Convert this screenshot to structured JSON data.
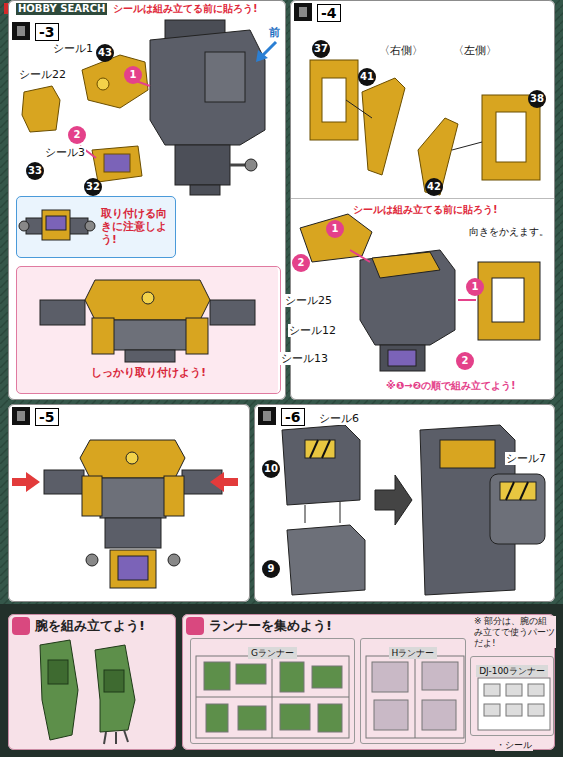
{
  "diagram": {
    "nodes": [
      {
        "text": [
          "-3"
        ]
      },
      {
        "text": [
          "-4"
        ]
      },
      {
        "text": [
          "-5"
        ]
      },
      {
        "text": [
          "-6"
        ]
      },
      {
        "text": [
          "腕を組み立てよう!"
        ]
      },
      {
        "text": [
          "ランナーを集めよう!"
        ]
      },
      {
        "text": [
          "取り付ける向きに注意しよう!"
        ],
        "in": 0
      },
      {
        "text": [
          "しっかり取り付けよう!"
        ],
        "in": 0
      },
      {
        "text": [
          "43"
        ],
        "in": 0
      },
      {
        "text": [
          "1"
        ],
        "in": 0
      },
      {
        "text": [
          "2"
        ],
        "in": 0
      },
      {
        "text": [
          "33"
        ],
        "in": 0
      },
      {
        "text": [
          "32"
        ],
        "in": 0
      },
      {
        "text": [
          "37"
        ],
        "in": 1
      },
      {
        "text": [
          "41"
        ],
        "in": 1
      },
      {
        "text": [
          "38"
        ],
        "in": 1
      },
      {
        "text": [
          "42"
        ],
        "in": 1
      },
      {
        "text": [
          "1"
        ],
        "in": 1
      },
      {
        "text": [
          "2"
        ],
        "in": 1
      },
      {
        "text": [
          "1"
        ],
        "in": 1
      },
      {
        "text": [
          "2"
        ],
        "in": 1
      },
      {
        "text": [
          "10"
        ],
        "in": 3
      },
      {
        "text": [
          "9"
        ],
        "in": 3
      },
      {
        "text": [
          "Gランナー"
        ],
        "in": 5
      },
      {
        "text": [
          "Hランナー"
        ],
        "in": 5
      },
      {
        "text": [
          "DJ-100ランナー"
        ],
        "in": 5
      }
    ],
    "labels": [
      "HOBBY SEARCH",
      "シールは組み立てる前に貼ろう!",
      "シール1",
      "シール22",
      "前",
      "シール3",
      "〈右側〉",
      "〈左側〉",
      "シールは組み立てる前に貼ろう!",
      "向きをかえます。",
      "シール25",
      "シール12",
      "シール13",
      "※❶→❷の順で組み立てよう!",
      "シール6",
      "シール7",
      "※ 部分は、腕の組み立てで使うパーツだよ!",
      "・シール"
    ]
  }
}
